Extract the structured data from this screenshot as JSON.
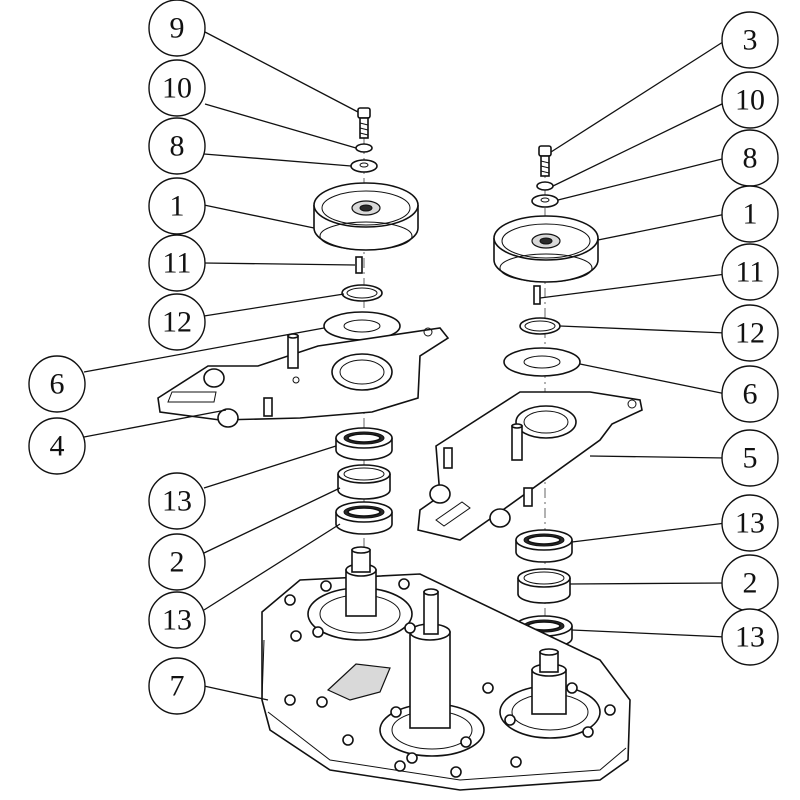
{
  "callouts": [
    {
      "id": "left-9",
      "label": "9"
    },
    {
      "id": "left-10",
      "label": "10"
    },
    {
      "id": "left-8",
      "label": "8"
    },
    {
      "id": "left-1",
      "label": "1"
    },
    {
      "id": "left-11",
      "label": "11"
    },
    {
      "id": "left-12",
      "label": "12"
    },
    {
      "id": "left-6",
      "label": "6"
    },
    {
      "id": "left-4",
      "label": "4"
    },
    {
      "id": "left-13a",
      "label": "13"
    },
    {
      "id": "left-2",
      "label": "2"
    },
    {
      "id": "left-13b",
      "label": "13"
    },
    {
      "id": "left-7",
      "label": "7"
    },
    {
      "id": "right-3",
      "label": "3"
    },
    {
      "id": "right-10",
      "label": "10"
    },
    {
      "id": "right-8",
      "label": "8"
    },
    {
      "id": "right-1",
      "label": "1"
    },
    {
      "id": "right-11",
      "label": "11"
    },
    {
      "id": "right-12",
      "label": "12"
    },
    {
      "id": "right-6",
      "label": "6"
    },
    {
      "id": "right-5",
      "label": "5"
    },
    {
      "id": "right-13a",
      "label": "13"
    },
    {
      "id": "right-2",
      "label": "2"
    },
    {
      "id": "right-13b",
      "label": "13"
    }
  ]
}
